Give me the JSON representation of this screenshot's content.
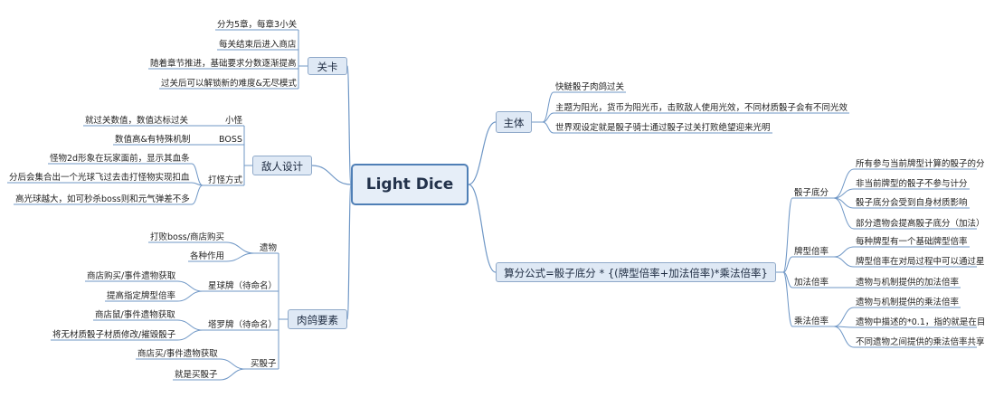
{
  "root": "Light Dice",
  "colors": {
    "line": "#6f97c6",
    "main_fill": "#dfe9f5",
    "main_border": "#8fa9c9",
    "root_border": "#4f7fb6"
  },
  "branches": [
    {
      "id": "guanka",
      "label": "关卡",
      "items": [
        {
          "label": "分为5章，每章3小关"
        },
        {
          "label": "每关结束后进入商店"
        },
        {
          "label": "随着章节推进，基础要求分数逐渐提高"
        },
        {
          "label": "过关后可以解锁新的难度&无尽模式"
        }
      ]
    },
    {
      "id": "diren",
      "label": "敌人设计",
      "items": [
        {
          "label": "小怪",
          "children": [
            {
              "label": "就过关数值，数值达标过关"
            }
          ]
        },
        {
          "label": "BOSS",
          "children": [
            {
              "label": "数值高&有特殊机制"
            }
          ]
        },
        {
          "label": "打怪方式",
          "children": [
            {
              "label": "怪物2d形象在玩家面前，显示其血条"
            },
            {
              "label": "分后会集合出一个光球飞过去击打怪物实现扣血"
            },
            {
              "label": "高光球越大，如可秒杀boss则和元气弹差不多"
            }
          ]
        }
      ]
    },
    {
      "id": "rouge",
      "label": "肉鸽要素",
      "items": [
        {
          "label": "遗物",
          "children": [
            {
              "label": "打败boss/商店购买"
            },
            {
              "label": "各种作用"
            }
          ]
        },
        {
          "label": "星球牌（待命名）",
          "children": [
            {
              "label": "商店购买/事件遗物获取"
            },
            {
              "label": "提高指定牌型倍率"
            }
          ]
        },
        {
          "label": "塔罗牌（待命名）",
          "children": [
            {
              "label": "商店鼠/事件遗物获取"
            },
            {
              "label": "将无材质骰子材质修改/摧毁骰子"
            }
          ]
        },
        {
          "label": "买骰子",
          "children": [
            {
              "label": "商店买/事件遗物获取"
            },
            {
              "label": "就是买骰子"
            }
          ]
        }
      ]
    },
    {
      "id": "zhuti",
      "label": "主体",
      "items": [
        {
          "label": "快鲢骰子肉鸽过关"
        },
        {
          "label": "主题为阳光，货币为阳光币，击败敌人使用光效，不同材质骰子会有不同光效"
        },
        {
          "label": "世界观设定就是骰子骑士通过骰子过关打败绝望迎来光明"
        }
      ]
    },
    {
      "id": "formula",
      "label": "算分公式=骰子底分 * {(牌型倍率+加法倍率)*乘法倍率}",
      "items": [
        {
          "label": "骰子底分",
          "children": [
            {
              "label": "所有参与当前牌型计算的骰子的分"
            },
            {
              "label": "非当前牌型的骰子不参与计分"
            },
            {
              "label": "骰子底分会受到自身材质影响"
            },
            {
              "label": "部分遗物会提高骰子底分（加法）"
            }
          ]
        },
        {
          "label": "牌型倍率",
          "children": [
            {
              "label": "每种牌型有一个基础牌型倍率"
            },
            {
              "label": "牌型倍率在对局过程中可以通过星"
            }
          ]
        },
        {
          "label": "加法倍率",
          "children": [
            {
              "label": "遗物与机制提供的加法倍率"
            }
          ]
        },
        {
          "label": "乘法倍率",
          "children": [
            {
              "label": "遗物与机制提供的乘法倍率"
            },
            {
              "label": "遗物中描述的*0.1，指的就是在目"
            },
            {
              "label": "不同遗物之间提供的乘法倍率共享"
            }
          ]
        }
      ]
    }
  ]
}
